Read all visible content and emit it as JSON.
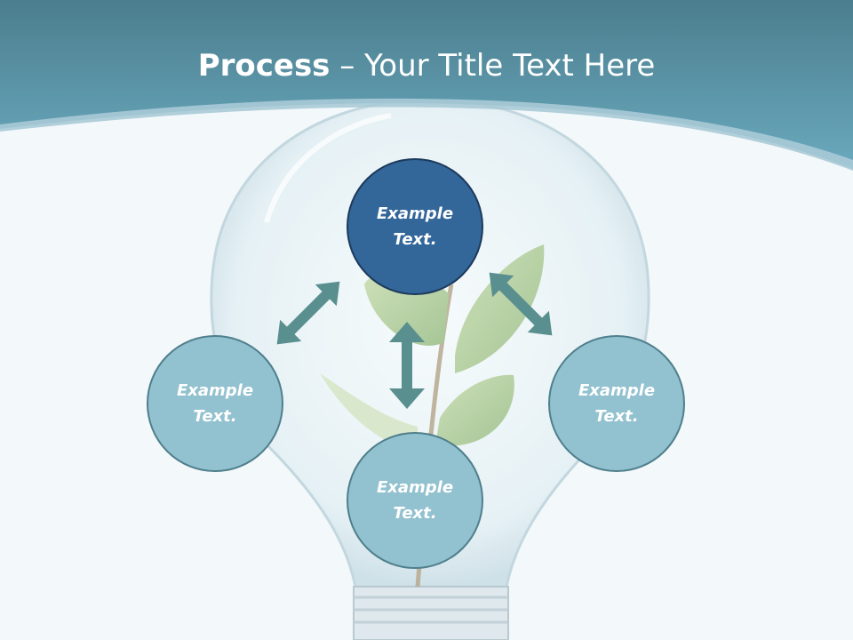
{
  "title": {
    "bold": "Process",
    "rest": " – Your Title Text Here"
  },
  "nodes": {
    "top": "Example\nText.",
    "left": "Example\nText.",
    "right": "Example\nText.",
    "bottom": "Example\nText."
  },
  "colors": {
    "header": "#4a8aa1",
    "node_fill": "#92c1cf",
    "node_border": "#4f7f8c",
    "node_active_fill": "#336699",
    "node_active_border": "#1c3a5c",
    "arrow": "#5a8f8f"
  },
  "icons": [
    "double-arrow-icon",
    "lightbulb-illustration",
    "leaf-sprout-illustration"
  ]
}
